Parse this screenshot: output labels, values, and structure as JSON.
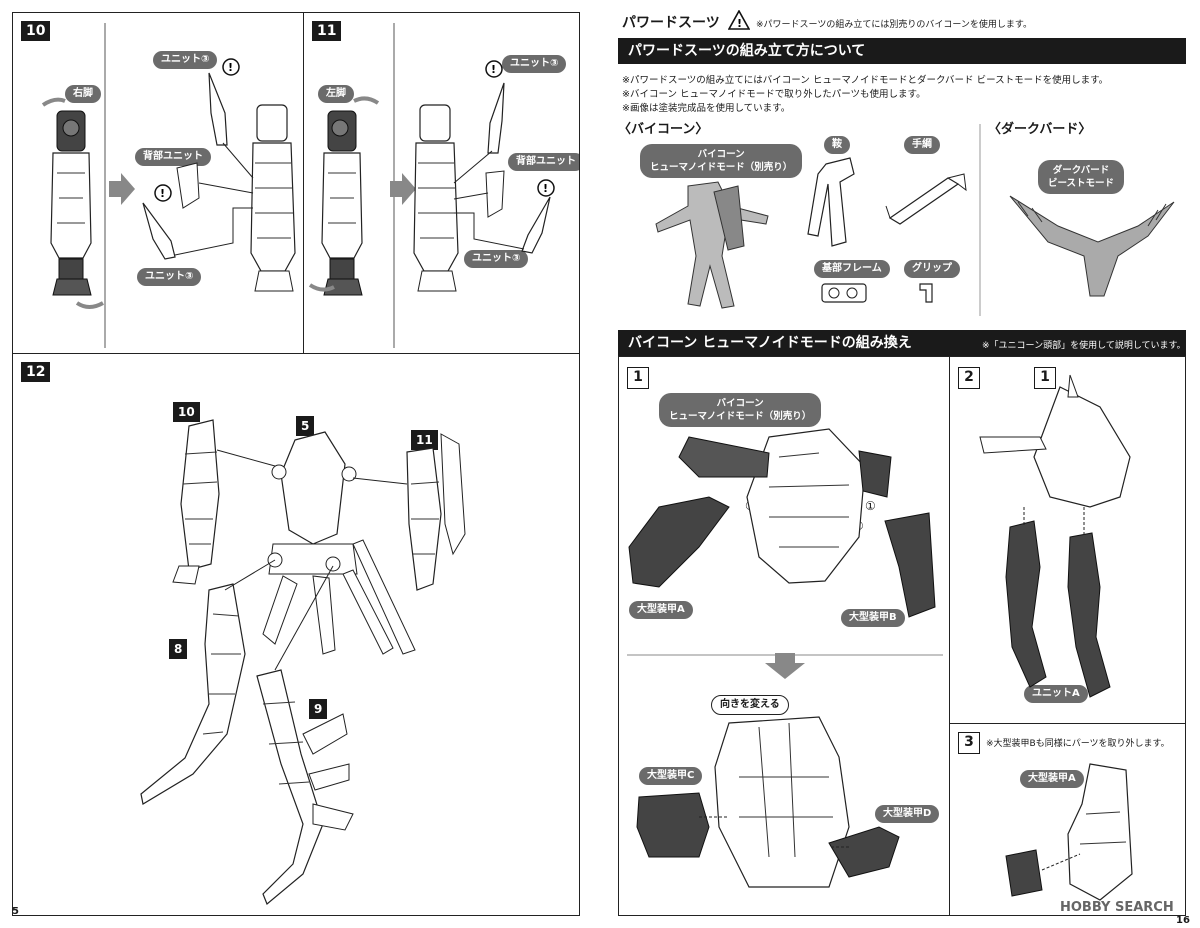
{
  "left_page": {
    "page_number": "15",
    "step10": {
      "number": "10",
      "leg_label": "右脚",
      "unit_top": "ユニット③",
      "back_unit": "背部ユニット",
      "unit_bottom": "ユニット③"
    },
    "step11": {
      "number": "11",
      "leg_label": "左脚",
      "unit_top": "ユニット③",
      "back_unit": "背部ユニット",
      "unit_bottom": "ユニット③"
    },
    "step12": {
      "number": "12",
      "callouts": [
        "10",
        "5",
        "11",
        "8",
        "9"
      ]
    }
  },
  "right_page": {
    "page_number": "16",
    "header": {
      "title": "パワードスーツ",
      "warning_note": "※パワードスーツの組み立てには別売りのバイコーンを使用します。"
    },
    "assembly_section": {
      "title": "パワードスーツの組み立て方について",
      "notes": [
        "※パワードスーツの組み立てにはバイコーン ヒューマノイドモードとダークバード ビーストモードを使用します。",
        "※バイコーン ヒューマノイドモードで取り外したパーツも使用します。",
        "※画像は塗装完成品を使用しています。"
      ],
      "bicorn_heading": "〈バイコーン〉",
      "bicorn_label": "バイコーン\nヒューマノイドモード（別売り）",
      "parts": [
        "鞍",
        "手綱",
        "基部フレーム",
        "グリップ"
      ],
      "darkbird_heading": "〈ダークバード〉",
      "darkbird_label": "ダークバード\nビーストモード"
    },
    "rebuild_section": {
      "title": "バイコーン ヒューマノイドモードの組み換え",
      "note": "※「ユニコーン頭部」を使用して説明しています。",
      "step1": {
        "number": "1",
        "label": "バイコーン\nヒューマノイドモード（別売り）",
        "armor_a": "大型装甲A",
        "armor_b": "大型装甲B",
        "turn": "向きを変える",
        "armor_c": "大型装甲C",
        "armor_d": "大型装甲D",
        "circled_one": "①",
        "circled_two": "②"
      },
      "step2": {
        "number": "2",
        "ref": "1",
        "unit_a": "ユニットA"
      },
      "step3": {
        "number": "3",
        "note": "※大型装甲Bも同様にパーツを取り外します。",
        "armor_a": "大型装甲A"
      }
    },
    "watermark": "HOBBY SEARCH"
  }
}
